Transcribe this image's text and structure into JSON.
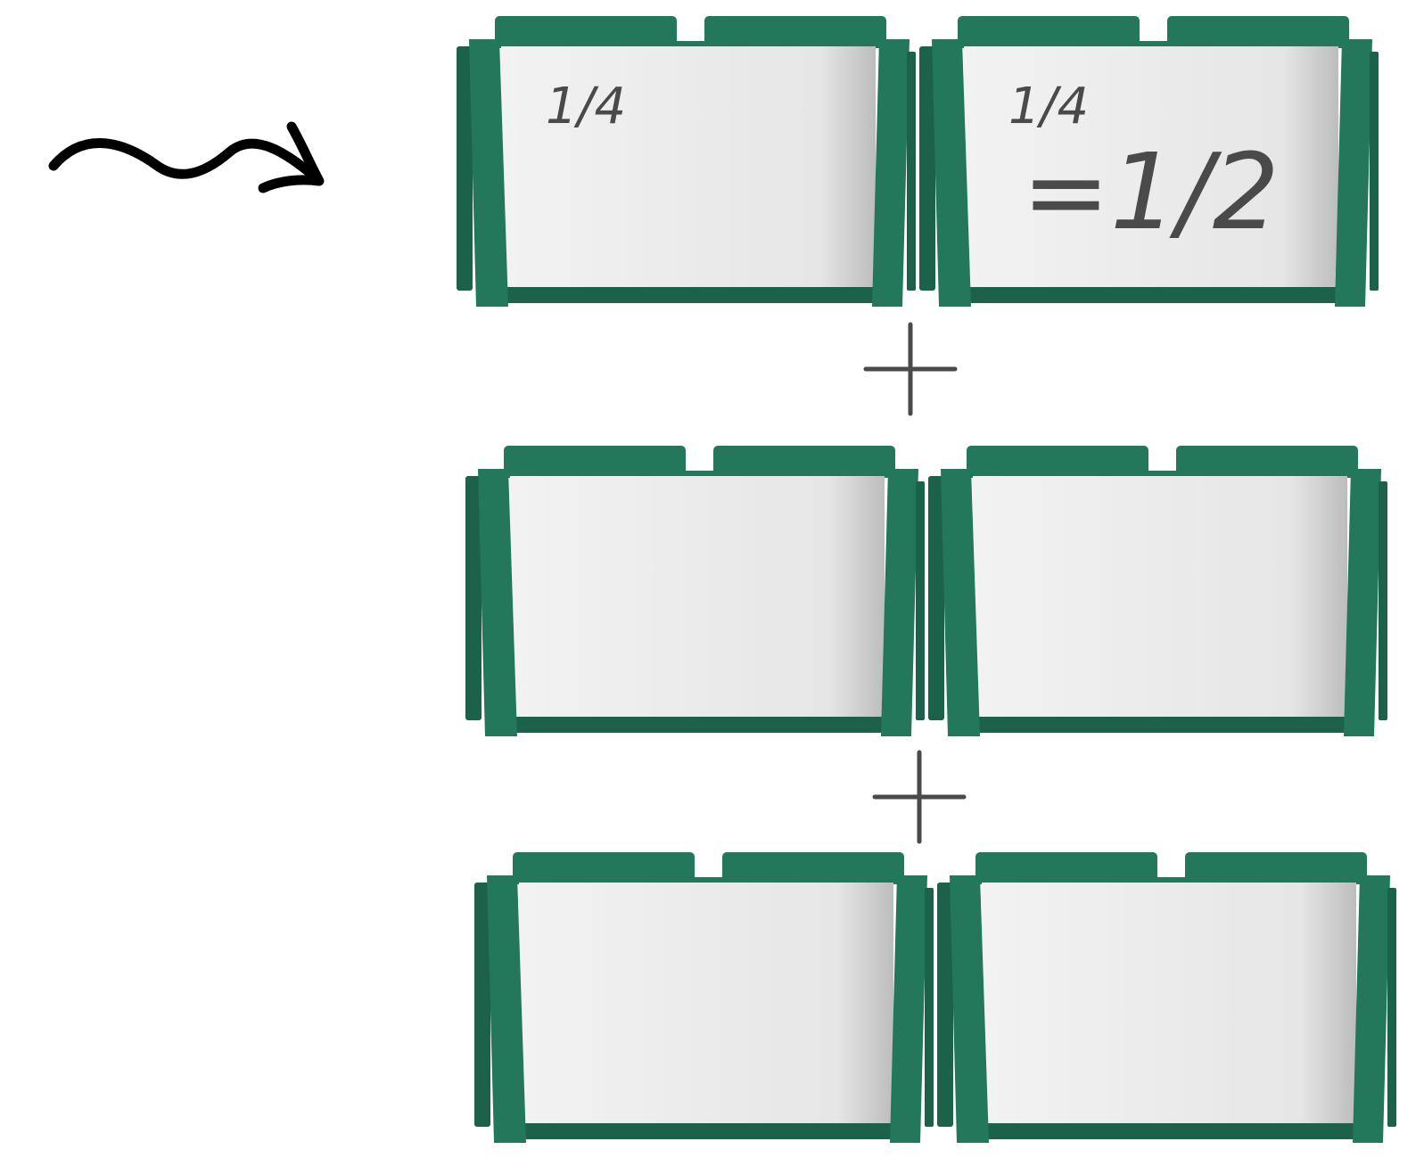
{
  "colors": {
    "background": "#ffffff",
    "frame_green": "#23775b",
    "frame_green_dark": "#1c6149",
    "frame_green_light": "#2b8a69",
    "board_white": "#e9e9e9",
    "ink": "#4a4a4a",
    "arrow": "#000000"
  },
  "icons": {
    "arrow": "squiggly-arrow-right-icon",
    "operator": "plus-icon"
  },
  "rows": [
    {
      "tiles": [
        {
          "text": "1/4",
          "result": ""
        },
        {
          "text": "1/4",
          "result": "=1/2"
        }
      ]
    },
    {
      "tiles": [
        {
          "text": "",
          "result": ""
        },
        {
          "text": "",
          "result": ""
        }
      ]
    },
    {
      "tiles": [
        {
          "text": "",
          "result": ""
        },
        {
          "text": "",
          "result": ""
        }
      ]
    }
  ],
  "operators": [
    "+",
    "+"
  ]
}
